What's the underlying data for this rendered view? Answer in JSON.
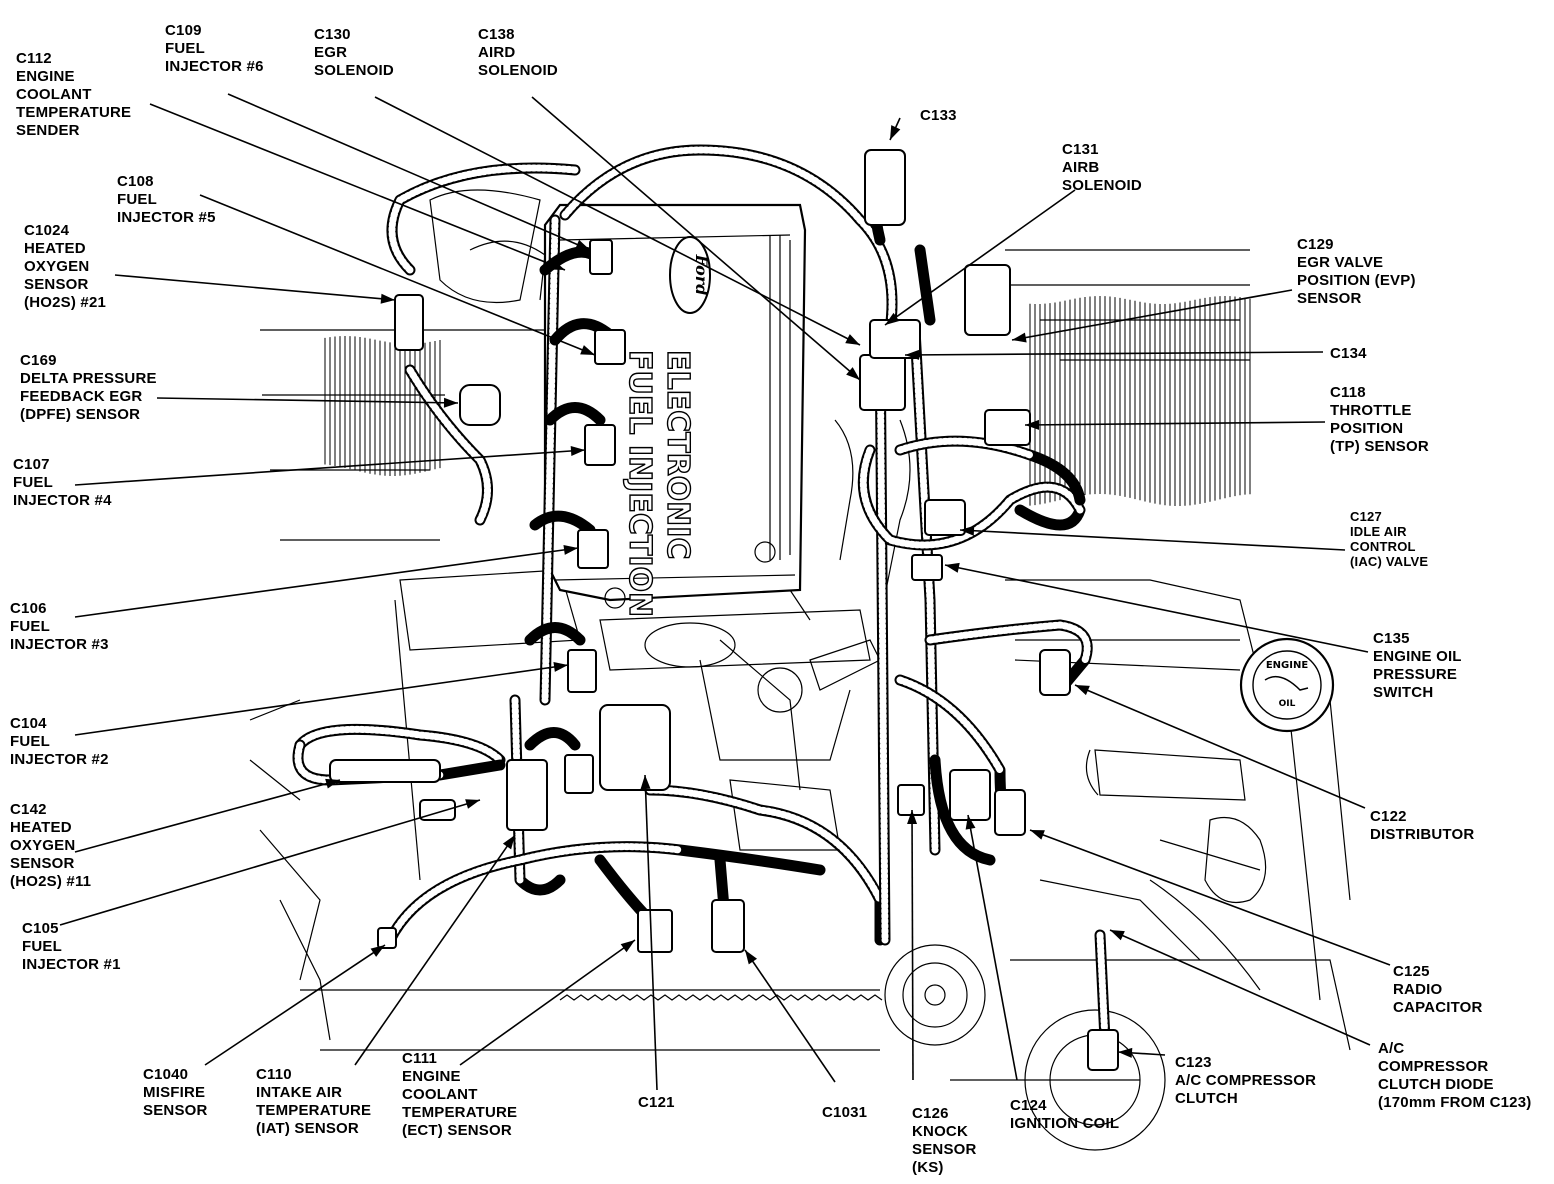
{
  "cover": {
    "line1": "ELECTRONIC",
    "line2": "FUEL INJECTION",
    "badge": "Ford",
    "cap_line1": "ENGINE",
    "cap_line2": "OIL"
  },
  "labels": [
    {
      "id": "c112",
      "text": "C112\nENGINE\nCOOLANT\nTEMPERATURE\nSENDER"
    },
    {
      "id": "c109",
      "text": "C109\nFUEL\nINJECTOR #6"
    },
    {
      "id": "c130",
      "text": "C130\nEGR\nSOLENOID"
    },
    {
      "id": "c138",
      "text": "C138\nAIRD\nSOLENOID"
    },
    {
      "id": "c133",
      "text": "C133"
    },
    {
      "id": "c131",
      "text": "C131\nAIRB\nSOLENOID"
    },
    {
      "id": "c108",
      "text": "C108\nFUEL\nINJECTOR #5"
    },
    {
      "id": "c1024",
      "text": "C1024\nHEATED\nOXYGEN\nSENSOR\n(HO2S) #21"
    },
    {
      "id": "c129",
      "text": "C129\nEGR VALVE\nPOSITION (EVP)\nSENSOR"
    },
    {
      "id": "c134",
      "text": "C134"
    },
    {
      "id": "c169",
      "text": "C169\nDELTA PRESSURE\nFEEDBACK EGR\n(DPFE) SENSOR"
    },
    {
      "id": "c118",
      "text": "C118\nTHROTTLE\nPOSITION\n(TP) SENSOR"
    },
    {
      "id": "c107",
      "text": "C107\nFUEL\nINJECTOR #4"
    },
    {
      "id": "c127",
      "text": "C127\nIDLE AIR\nCONTROL\n(IAC) VALVE"
    },
    {
      "id": "c106",
      "text": "C106\nFUEL\nINJECTOR #3"
    },
    {
      "id": "c135",
      "text": "C135\nENGINE OIL\nPRESSURE\nSWITCH"
    },
    {
      "id": "c104",
      "text": "C104\nFUEL\nINJECTOR #2"
    },
    {
      "id": "c142",
      "text": "C142\nHEATED\nOXYGEN\nSENSOR\n(HO2S) #11"
    },
    {
      "id": "c122",
      "text": "C122\nDISTRIBUTOR"
    },
    {
      "id": "c105",
      "text": "C105\nFUEL\nINJECTOR #1"
    },
    {
      "id": "c125",
      "text": "C125\nRADIO\nCAPACITOR"
    },
    {
      "id": "c1040",
      "text": "C1040\nMISFIRE\nSENSOR"
    },
    {
      "id": "c110",
      "text": "C110\nINTAKE AIR\nTEMPERATURE\n(IAT) SENSOR"
    },
    {
      "id": "c111",
      "text": "C111\nENGINE\nCOOLANT\nTEMPERATURE\n(ECT) SENSOR"
    },
    {
      "id": "c121",
      "text": "C121"
    },
    {
      "id": "c1031",
      "text": "C1031"
    },
    {
      "id": "c126",
      "text": "C126\nKNOCK\nSENSOR\n(KS)"
    },
    {
      "id": "c124",
      "text": "C124\nIGNITION COIL"
    },
    {
      "id": "c123",
      "text": "C123\nA/C COMPRESSOR\nCLUTCH"
    },
    {
      "id": "ac_diode",
      "text": "A/C\nCOMPRESSOR\nCLUTCH DIODE\n(170mm FROM C123)"
    }
  ]
}
